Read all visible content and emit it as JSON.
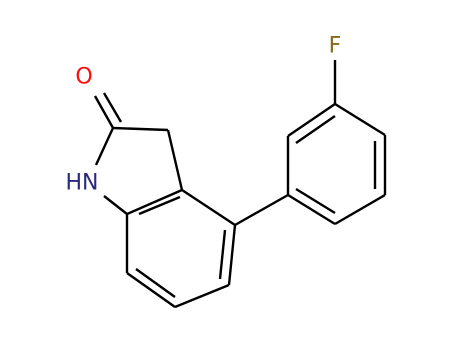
{
  "structure": {
    "atoms": {
      "oxygen": {
        "label": "O",
        "color": "#ff0d0d"
      },
      "nitrogen": {
        "label": "HN",
        "color": "#2a2a7f"
      },
      "fluorine": {
        "label": "F",
        "color": "#8a6a1a"
      }
    },
    "bond_color": "#000000"
  }
}
